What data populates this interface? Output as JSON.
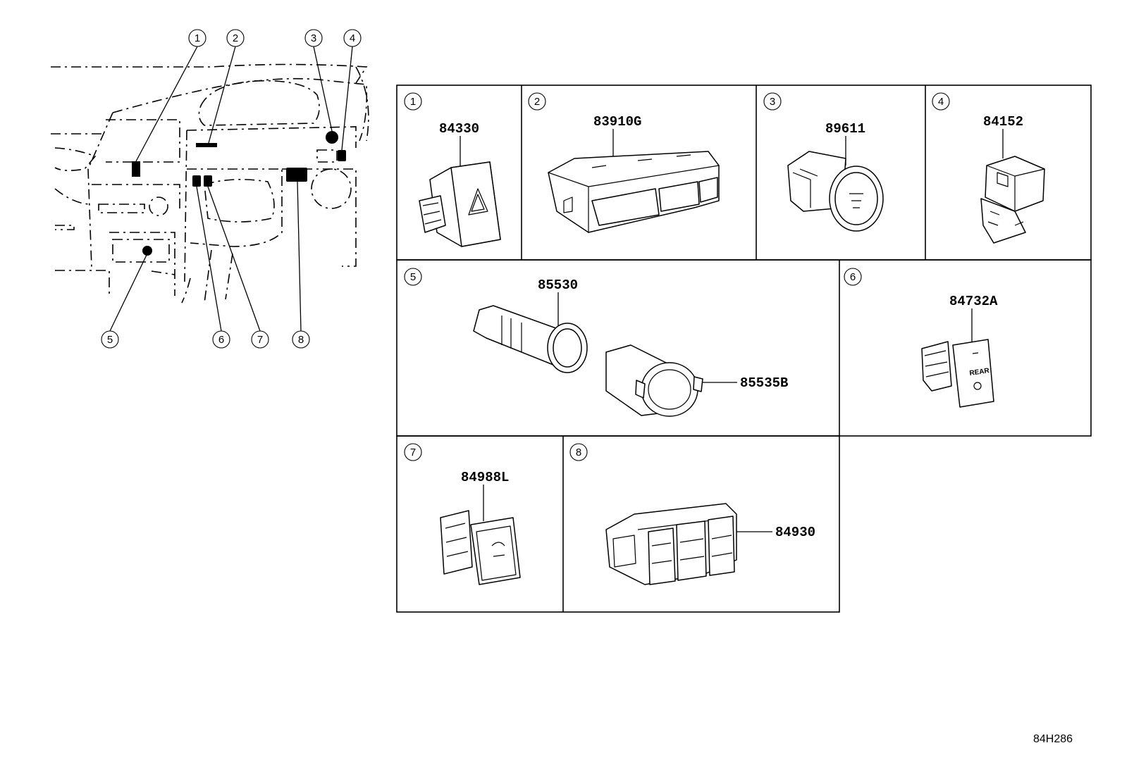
{
  "callouts": [
    "1",
    "2",
    "3",
    "4",
    "5",
    "6",
    "7",
    "8"
  ],
  "panels": [
    {
      "num": "1",
      "parts": [
        "84330"
      ]
    },
    {
      "num": "2",
      "parts": [
        "83910G"
      ]
    },
    {
      "num": "3",
      "parts": [
        "89611"
      ]
    },
    {
      "num": "4",
      "parts": [
        "84152"
      ]
    },
    {
      "num": "5",
      "parts": [
        "85530",
        "85535B"
      ]
    },
    {
      "num": "6",
      "parts": [
        "84732A"
      ]
    },
    {
      "num": "7",
      "parts": [
        "84988L"
      ]
    },
    {
      "num": "8",
      "parts": [
        "84930"
      ]
    }
  ],
  "diagram_ref": "84H286"
}
